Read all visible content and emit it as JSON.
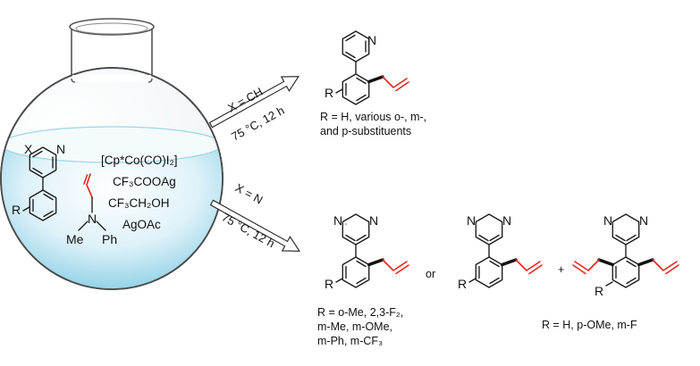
{
  "flask": {
    "reagents": [
      "[Cp*Co(CO)I₂]",
      "CF₃COOAg",
      "CF₃CH₂OH",
      "AgOAc"
    ],
    "substrate_atoms": {
      "x": "X",
      "n": "N",
      "r": "R"
    },
    "allylamine_atoms": {
      "n": "N",
      "me": "Me",
      "ph": "Ph"
    }
  },
  "top_path": {
    "condition_upper": "X = CH",
    "condition_lower": "75 °C, 12 h",
    "product_atoms": {
      "n": "N",
      "r": "R"
    },
    "scope": [
      "R = H, various o-, m-,",
      "and p-substituents"
    ]
  },
  "bottom_path": {
    "condition_upper": "X = N",
    "condition_lower": "75 °C, 12 h",
    "connector_or": "or",
    "connector_plus": "+",
    "scope_left": [
      "R = o-Me, 2,3-F₂,",
      "m-Me, m-OMe,",
      "m-Ph, m-CF₃"
    ],
    "scope_right": "R = H, p-OMe, m-F",
    "atom_n": "N",
    "atom_r": "R"
  },
  "colors": {
    "flask_outline": "#4a4a4a",
    "liquid_top": "#ffffff",
    "liquid_bottom": "#6cc3df",
    "allyl_bond": "#e8261c",
    "arrow_fill": "#ffffff"
  }
}
